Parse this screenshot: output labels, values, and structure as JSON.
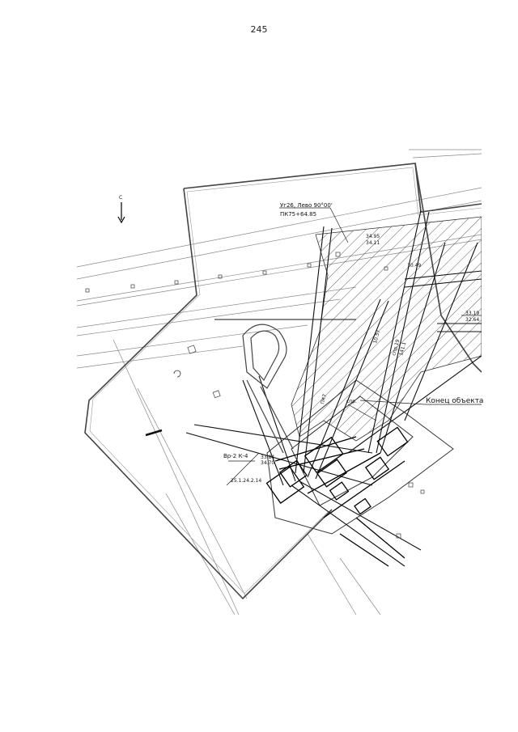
{
  "page": {
    "number": "245"
  },
  "plan": {
    "north_label": "С",
    "labels": {
      "corner": "Уг26, Лево 90°00'",
      "station": "ПК75+64.85",
      "end_of_object": "Конец объекта",
      "elev_1": "34.95",
      "elev_2": "34.11",
      "elev_3": "33.19",
      "elev_4": "32.64",
      "elev_5": "33.84",
      "elev_6": "34.70",
      "well": "Вр-2 К-4",
      "bottom_code": "25.1.24.2.14",
      "pk": "ПК7",
      "spr": "спр.",
      "flow_1": "10.49",
      "flow_2": "10.57",
      "flow_3": "спр.19",
      "flow_4": "141.1"
    }
  }
}
